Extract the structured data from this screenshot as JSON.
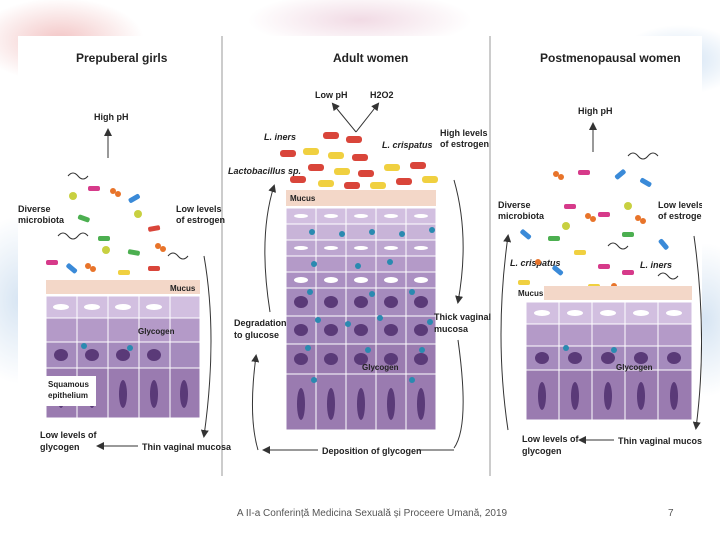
{
  "panels": {
    "left": {
      "title": "Prepuberal girls",
      "high_ph": "High pH",
      "diverse_1": "Diverse",
      "diverse_2": "microbiota",
      "low_estrogen_1": "Low levels",
      "low_estrogen_2": "of estrogen",
      "mucus": "Mucus",
      "glycogen": "Glycogen",
      "squamous_1": "Squamous",
      "squamous_2": "epithelium",
      "low_glycogen_1": "Low levels of",
      "low_glycogen_2": "glycogen",
      "thin_mucosa": "Thin vaginal mucosa"
    },
    "center": {
      "title": "Adult women",
      "low_ph": "Low pH",
      "h2o2": "H2O2",
      "l_iners": "L. iners",
      "l_crispatus": "L. crispatus",
      "high_estrogen_1": "High levels",
      "high_estrogen_2": "of estrogen",
      "lactobacillus": "Lactobacillus sp.",
      "mucus": "Mucus",
      "degradation_1": "Degradation",
      "degradation_2": "to glucose",
      "thick_1": "Thick vaginal",
      "thick_2": "mucosa",
      "glycogen": "Glycogen",
      "deposition": "Deposition of  glycogen"
    },
    "right": {
      "title": "Postmenopausal women",
      "high_ph": "High pH",
      "diverse_1": "Diverse",
      "diverse_2": "microbiota",
      "low_estrogen_1": "Low levels",
      "low_estrogen_2": "of estrogen",
      "l_crispatus": "L. crispatus",
      "l_iners": "L. iners",
      "mucus": "Mucus",
      "glycogen": "Glycogen",
      "low_glycogen_1": "Low levels of",
      "low_glycogen_2": "glycogen",
      "thin_mucosa": "Thin vaginal mucosa"
    }
  },
  "footer": {
    "text": "A II-a Conferință Medicina Sexuală și Proceere Umană, 2019",
    "page": "7"
  },
  "colors": {
    "cell_purple": "#9a7bb0",
    "cell_light": "#c8b4d8",
    "nucleus": "#5a3a78",
    "glycogen_dot": "#2a8ab0",
    "mucus": "#f3d7c8",
    "bac_red": "#d9453a",
    "bac_yellow": "#f0d040",
    "bac_green": "#4caf50",
    "bac_blue": "#3a8ad8",
    "bac_pink": "#d63a8a",
    "bac_orange": "#e8742a"
  }
}
